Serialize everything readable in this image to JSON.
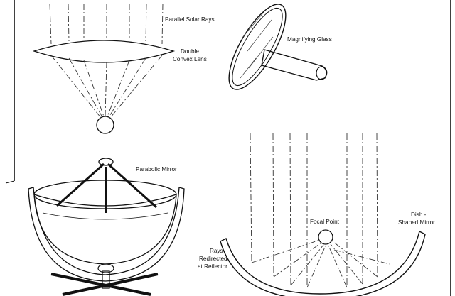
{
  "labels": {
    "parallel_solar_rays": "Parallel Solar Rays",
    "double_convex_lens_1": "Double",
    "double_convex_lens_2": "Convex Lens",
    "magnifying_glass": "Magnifying Glass",
    "parabolic_mirror": "Parabolic Mirror",
    "focal_point": "Focal Point",
    "dish_shaped_mirror_1": "Dish -",
    "dish_shaped_mirror_2": "Shaped Mirror",
    "rays_redirected_1": "Rays",
    "rays_redirected_2": "Redirected",
    "rays_redirected_3": "at Reflector"
  },
  "colors": {
    "ink": "#111111",
    "paper": "#ffffff"
  }
}
